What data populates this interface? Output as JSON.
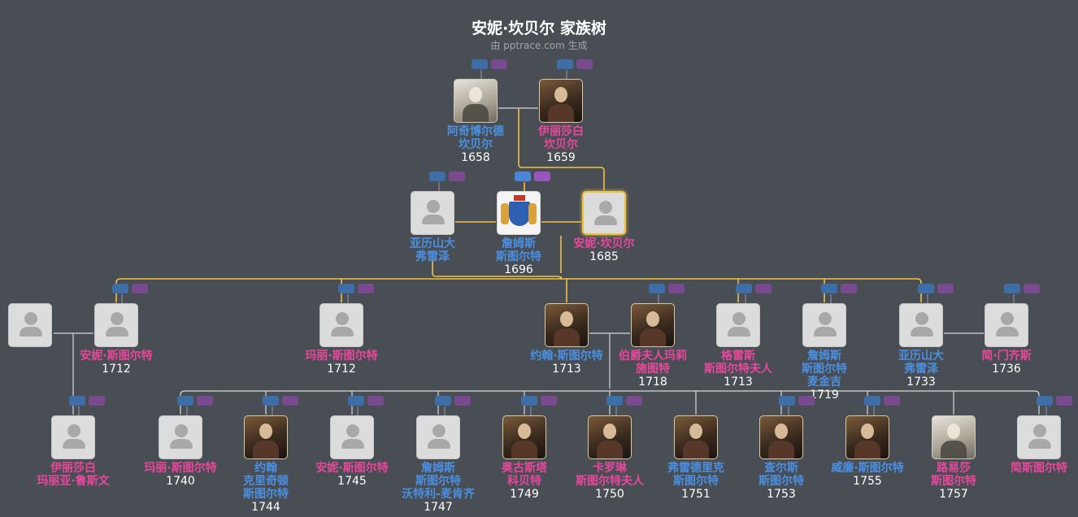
{
  "title": "安妮·坎贝尔 家族树",
  "subtitle": "由 pptrace.com 生成",
  "colors": {
    "background": "#494e55",
    "male_name": "#4a90e2",
    "female_name": "#e8479c",
    "highlight_line": "#f0c040",
    "line": "#d8d8d8"
  },
  "people": [
    {
      "id": "p1",
      "gender": "m",
      "photo": "engraving",
      "name": [
        "阿奇博尔德",
        "坎贝尔"
      ],
      "year": "1658"
    },
    {
      "id": "p2",
      "gender": "f",
      "photo": "portrait",
      "name": [
        "伊丽莎白",
        "坎贝尔"
      ],
      "year": "1659"
    },
    {
      "id": "p3",
      "gender": "m",
      "photo": "placeholder",
      "name": [
        "亚历山大",
        "弗雷泽"
      ],
      "year": ""
    },
    {
      "id": "p4",
      "gender": "m",
      "photo": "crest",
      "name": [
        "詹姆斯",
        "斯图尔特"
      ],
      "year": "1696"
    },
    {
      "id": "p5",
      "gender": "f",
      "photo": "placeholder-selected",
      "name": [
        "安妮·坎贝尔"
      ],
      "year": "1685"
    },
    {
      "id": "p6",
      "gender": "m",
      "photo": "placeholder",
      "name": [],
      "year": ""
    },
    {
      "id": "p7",
      "gender": "f",
      "photo": "placeholder",
      "name": [
        "安妮·斯图尔特"
      ],
      "year": "1712"
    },
    {
      "id": "p8",
      "gender": "f",
      "photo": "placeholder",
      "name": [
        "玛丽·斯图尔特"
      ],
      "year": "1712"
    },
    {
      "id": "p9",
      "gender": "m",
      "photo": "portrait",
      "name": [
        "约翰·斯图尔特"
      ],
      "year": "1713"
    },
    {
      "id": "p10",
      "gender": "f",
      "photo": "portrait",
      "name": [
        "伯爵夫人玛莉",
        "施图特"
      ],
      "year": "1718"
    },
    {
      "id": "p11",
      "gender": "f",
      "photo": "placeholder",
      "name": [
        "格雷斯",
        "斯图尔特夫人"
      ],
      "year": "1713"
    },
    {
      "id": "p12",
      "gender": "m",
      "photo": "placeholder",
      "name": [
        "詹姆斯",
        "斯图尔特",
        "麦金吉"
      ],
      "year": "1719"
    },
    {
      "id": "p13",
      "gender": "m",
      "photo": "placeholder",
      "name": [
        "亚历山大",
        "弗雷泽"
      ],
      "year": "1733"
    },
    {
      "id": "p14",
      "gender": "f",
      "photo": "placeholder",
      "name": [
        "简·门齐斯"
      ],
      "year": "1736"
    },
    {
      "id": "p15",
      "gender": "f",
      "photo": "placeholder",
      "name": [
        "伊丽莎白",
        "玛丽亚·鲁斯文"
      ],
      "year": ""
    },
    {
      "id": "p16",
      "gender": "f",
      "photo": "placeholder",
      "name": [
        "玛丽·斯图尔特"
      ],
      "year": "1740"
    },
    {
      "id": "p17",
      "gender": "m",
      "photo": "portrait",
      "name": [
        "约翰",
        "克里奇顿",
        "斯图尔特"
      ],
      "year": "1744"
    },
    {
      "id": "p18",
      "gender": "f",
      "photo": "placeholder",
      "name": [
        "安妮·斯图尔特"
      ],
      "year": "1745"
    },
    {
      "id": "p19",
      "gender": "m",
      "photo": "placeholder",
      "name": [
        "詹姆斯",
        "斯图尔特",
        "沃特利-麦肯齐"
      ],
      "year": "1747"
    },
    {
      "id": "p20",
      "gender": "f",
      "photo": "portrait",
      "name": [
        "奥古斯塔",
        "科贝特"
      ],
      "year": "1749"
    },
    {
      "id": "p21",
      "gender": "f",
      "photo": "portrait",
      "name": [
        "卡罗琳",
        "斯图尔特夫人"
      ],
      "year": "1750"
    },
    {
      "id": "p22",
      "gender": "m",
      "photo": "portrait",
      "name": [
        "弗雷德里克",
        "斯图尔特"
      ],
      "year": "1751"
    },
    {
      "id": "p23",
      "gender": "m",
      "photo": "portrait",
      "name": [
        "查尔斯",
        "斯图尔特"
      ],
      "year": "1753"
    },
    {
      "id": "p24",
      "gender": "m",
      "photo": "portrait",
      "name": [
        "威廉·斯图尔特"
      ],
      "year": "1755"
    },
    {
      "id": "p25",
      "gender": "f",
      "photo": "engraving",
      "name": [
        "路易莎",
        "斯图尔特"
      ],
      "year": "1757"
    },
    {
      "id": "p26",
      "gender": "f",
      "photo": "placeholder",
      "name": [
        "简斯图尔特"
      ],
      "year": ""
    }
  ]
}
